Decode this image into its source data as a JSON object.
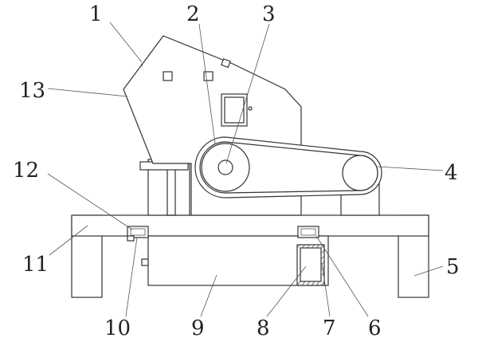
{
  "callouts": [
    {
      "id": "1",
      "text": "1"
    },
    {
      "id": "2",
      "text": "2"
    },
    {
      "id": "3",
      "text": "3"
    },
    {
      "id": "4",
      "text": "4"
    },
    {
      "id": "5",
      "text": "5"
    },
    {
      "id": "6",
      "text": "6"
    },
    {
      "id": "7",
      "text": "7"
    },
    {
      "id": "8",
      "text": "8"
    },
    {
      "id": "9",
      "text": "9"
    },
    {
      "id": "10",
      "text": "10"
    },
    {
      "id": "11",
      "text": "11"
    },
    {
      "id": "12",
      "text": "12"
    },
    {
      "id": "13",
      "text": "13"
    }
  ],
  "colors": {
    "line": "#333333",
    "background": "#ffffff"
  }
}
